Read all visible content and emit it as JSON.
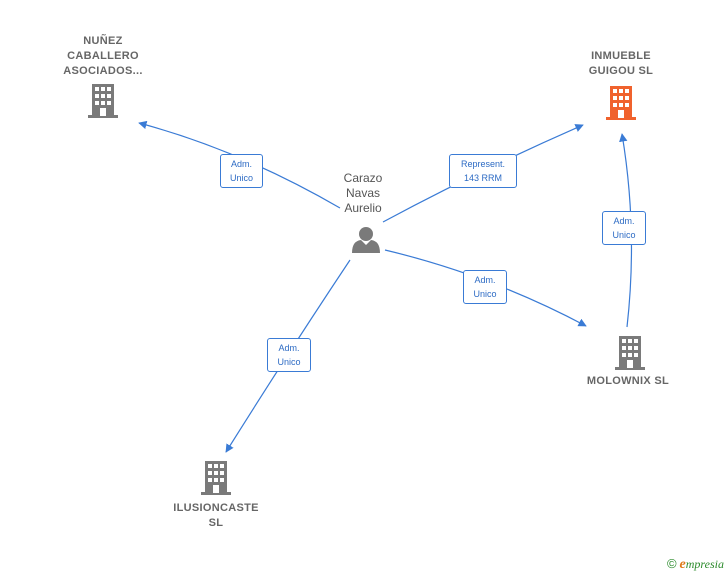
{
  "nodes": {
    "nunez": {
      "lines": [
        "NUÑEZ",
        "CABALLERO",
        "ASOCIADOS..."
      ]
    },
    "inmueble": {
      "lines": [
        "INMUEBLE",
        "GUIGOU  SL"
      ]
    },
    "person": {
      "lines": [
        "Carazo",
        "Navas",
        "Aurelio"
      ]
    },
    "molownix": {
      "lines": [
        "MOLOWNIX  SL"
      ]
    },
    "ilusioncaste": {
      "lines": [
        "ILUSIONCASTE",
        "SL"
      ]
    }
  },
  "edges": {
    "to_nunez": {
      "lines": [
        "Adm.",
        "Unico"
      ]
    },
    "to_inmueble": {
      "lines": [
        "Represent.",
        "143 RRM"
      ]
    },
    "to_molownix": {
      "lines": [
        "Adm.",
        "Unico"
      ]
    },
    "to_ilusioncaste": {
      "lines": [
        "Adm.",
        "Unico"
      ]
    },
    "molownix_to_inmueble": {
      "lines": [
        "Adm.",
        "Unico"
      ]
    }
  },
  "colors": {
    "edge": "#3a7bd5",
    "company_icon": "#7a7a7a",
    "highlight_icon": "#f0622d",
    "person_icon": "#7a7a7a"
  },
  "footer": {
    "copyright": "©",
    "brand_initial": "e",
    "brand_rest": "mpresia"
  }
}
